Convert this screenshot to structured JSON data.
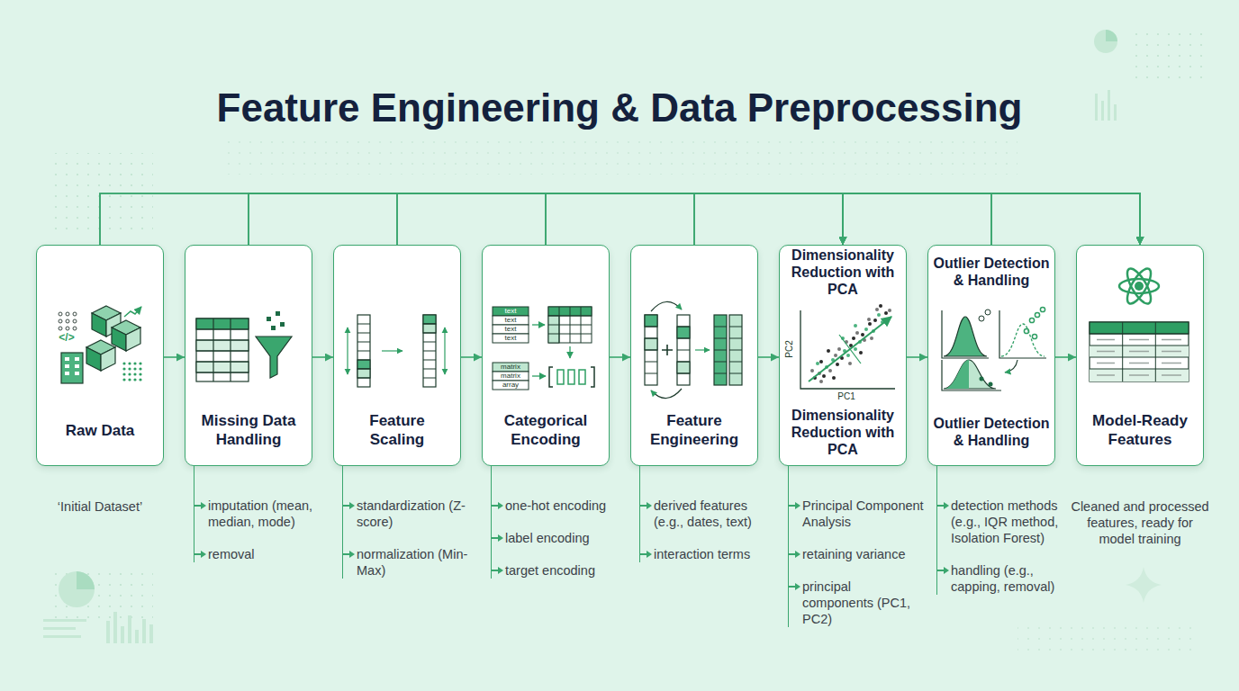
{
  "diagram": {
    "title": "Feature Engineering & Data Preprocessing",
    "nodes": [
      {
        "text": [
          "Raw Data",
          "‘Initial Dataset’"
        ]
      },
      {
        "text": [
          "Missing Data Handling",
          "imputation (mean, median, mode)",
          "removal"
        ]
      },
      {
        "text": [
          "Feature Scaling",
          "standardization (Z-score)",
          "normalization (Min-Max)"
        ]
      },
      {
        "text": [
          "Categorical Encoding",
          "one-hot encoding",
          "label encoding",
          "target encoding"
        ]
      },
      {
        "text": [
          "Feature Engineering",
          "derived features (e.g., dates, text)",
          "interaction terms"
        ]
      },
      {
        "text": [
          "Dimensionality Reduction with PCA",
          "Dimensionality Reduction with PCA",
          "Principal Component Analysis",
          "retaining variance",
          "principal components (PC1, PC2)"
        ]
      },
      {
        "text": [
          "Outlier Detection & Handling",
          "Outlier Detection & Handling",
          "detection methods (e.g., IQR method, Isolation Forest)",
          "handling (e.g., capping, removal)"
        ]
      },
      {
        "text": [
          "Model-Ready Features",
          "Cleaned and processed features, ready for model training"
        ]
      }
    ],
    "edges": [
      {
        "from": 0,
        "to": 1,
        "arrow": "to"
      },
      {
        "from": 1,
        "to": 2,
        "arrow": "to"
      },
      {
        "from": 2,
        "to": 3,
        "arrow": "to"
      },
      {
        "from": 3,
        "to": 4,
        "arrow": "to"
      },
      {
        "from": 4,
        "to": 5,
        "arrow": "to"
      },
      {
        "from": 5,
        "to": 6,
        "arrow": "to"
      },
      {
        "from": 6,
        "to": 7,
        "arrow": "to"
      },
      {
        "from": 0,
        "to": 5,
        "arrow": "to"
      },
      {
        "from": 0,
        "to": 7,
        "arrow": "to"
      },
      {
        "from": 1,
        "to": 5,
        "arrow": "to"
      },
      {
        "from": 1,
        "to": 7,
        "arrow": "to"
      },
      {
        "from": 2,
        "to": 5,
        "arrow": "to"
      },
      {
        "from": 2,
        "to": 7,
        "arrow": "to"
      },
      {
        "from": 3,
        "to": 5,
        "arrow": "to"
      },
      {
        "from": 3,
        "to": 7,
        "arrow": "to"
      },
      {
        "from": 4,
        "to": 5,
        "arrow": "to"
      },
      {
        "from": 4,
        "to": 7,
        "arrow": "to"
      },
      {
        "from": 6,
        "to": 5,
        "arrow": "to"
      },
      {
        "from": 6,
        "to": 7,
        "arrow": "to"
      }
    ],
    "labels": [
      "</>",
      "text",
      "text",
      "text",
      "text",
      "matrix",
      "matrix",
      "array",
      "PC2",
      "PC1"
    ]
  }
}
